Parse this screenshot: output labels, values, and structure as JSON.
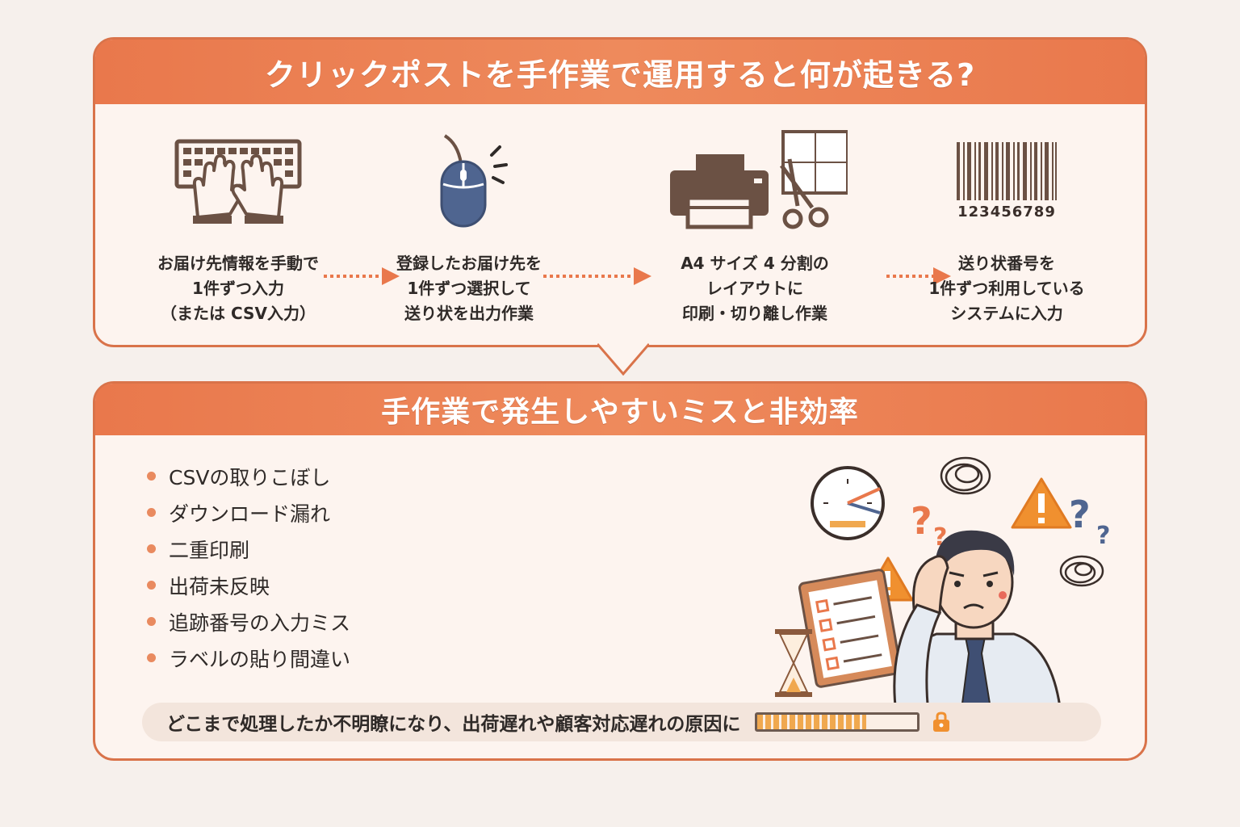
{
  "top_panel": {
    "title": "クリックポストを手作業で運用すると何が起きる?",
    "steps": [
      {
        "icon": "keyboard-hands-icon",
        "lines": [
          "お届け先情報を手動で",
          "1件ずつ入力",
          "（または CSV入力）"
        ]
      },
      {
        "icon": "mouse-click-icon",
        "lines": [
          "登録したお届け先を",
          "1件ずつ選択して",
          "送り状を出力作業"
        ]
      },
      {
        "icon": "printer-scissors-icon",
        "lines": [
          "A4 サイズ 4 分割の",
          "レイアウトに",
          "印刷・切り離し作業"
        ]
      },
      {
        "icon": "barcode-icon",
        "barcode_number": "123456789",
        "lines": [
          "送り状番号を",
          "1件ずつ利用している",
          "システムに入力"
        ]
      }
    ]
  },
  "bottom_panel": {
    "title": "手作業で発生しやすいミスと非効率",
    "issues": [
      "CSVの取りこぼし",
      "ダウンロード漏れ",
      "二重印刷",
      "出荷未反映",
      "追跡番号の入力ミス",
      "ラベルの貼り間違い"
    ],
    "banner": {
      "text": "どこまで処理したか不明瞭になり、出荷遅れや顧客対応遅れの原因に",
      "progress": 0.68
    }
  },
  "colors": {
    "accent": "#e9784c",
    "panel_bg": "#fdf4ef",
    "icon_brown": "#6b5144",
    "mouse_blue": "#4f6590",
    "bullet": "#e98a5f",
    "warning": "#f0902f"
  }
}
